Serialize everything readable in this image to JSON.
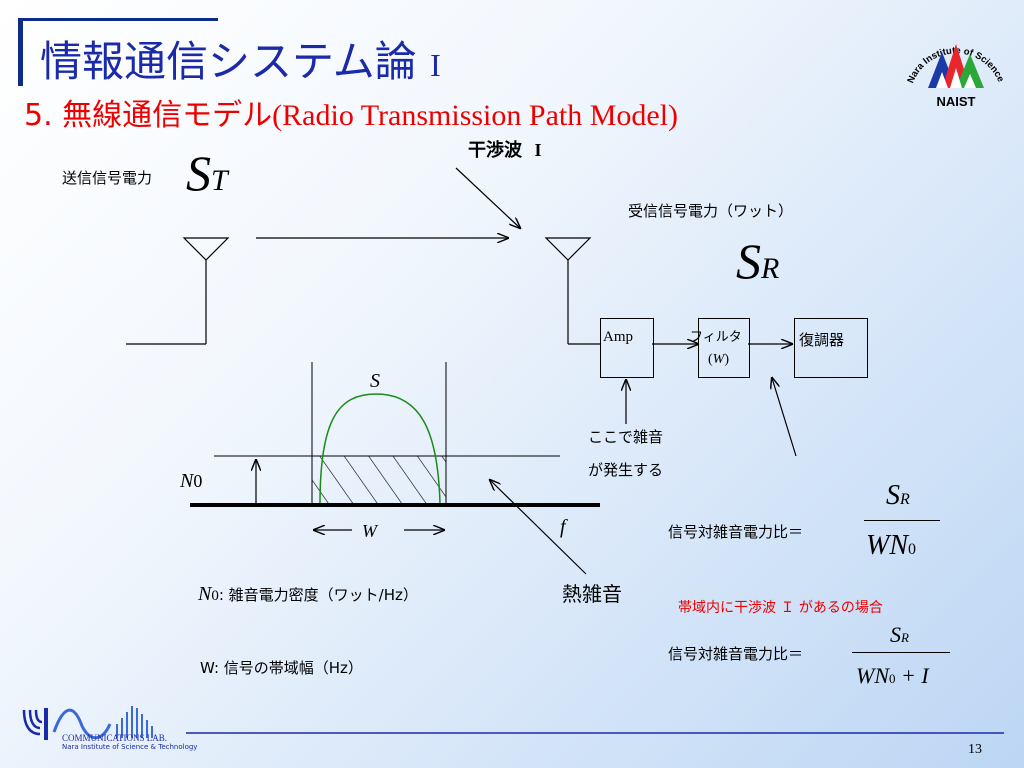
{
  "header": {
    "title": "情報通信システム論",
    "title_numeral": "I",
    "subtitle_jp": "5. 無線通信モデル",
    "subtitle_en": "(Radio Transmission Path Model)"
  },
  "logo": {
    "naist_text": "NAIST",
    "naist_ring": "Nara Institute of Science and Technology"
  },
  "diagram": {
    "tx_power_label": "送信信号電力",
    "tx_symbol": "S",
    "tx_sub": "T",
    "interference_label": "干渉波",
    "interference_symbol": "I",
    "rx_power_label": "受信信号電力（ワット）",
    "rx_symbol": "S",
    "rx_sub": "R",
    "amp_label": "Amp",
    "filter_label": "フィルタ",
    "filter_param": "W",
    "demod_label": "復調器",
    "noise_here_line1": "ここで雑音",
    "noise_here_line2": "が発生する",
    "thermal_noise": "熱雑音",
    "spectrum_s": "S",
    "n0_symbol": "N",
    "n0_sub": "0",
    "w_symbol": "W",
    "f_symbol": "f"
  },
  "legend": {
    "n0_def_symbol": "N",
    "n0_def_sub": "0",
    "n0_def_text": ": 雑音電力密度（ワット/Hz）",
    "w_def": "W:  信号の帯域幅（Hz）"
  },
  "formulas": {
    "snr_label": "信号対雑音電力比＝",
    "snr_num": "S",
    "snr_num_sub": "R",
    "snr_den": "WN",
    "snr_den_sub": "0",
    "interference_note": "帯域内に干渉波 Ｉ があるの場合",
    "sinr_label": "信号対雑音電力比＝",
    "sinr_num": "S",
    "sinr_num_sub": "R",
    "sinr_den": "WN",
    "sinr_den_sub": "0",
    "sinr_den_tail": "+ I"
  },
  "footer": {
    "lab_name": "COMMUNICATIONS LAB.",
    "lab_org": "Nara Institute of Science & Technology",
    "page_number": "13"
  }
}
